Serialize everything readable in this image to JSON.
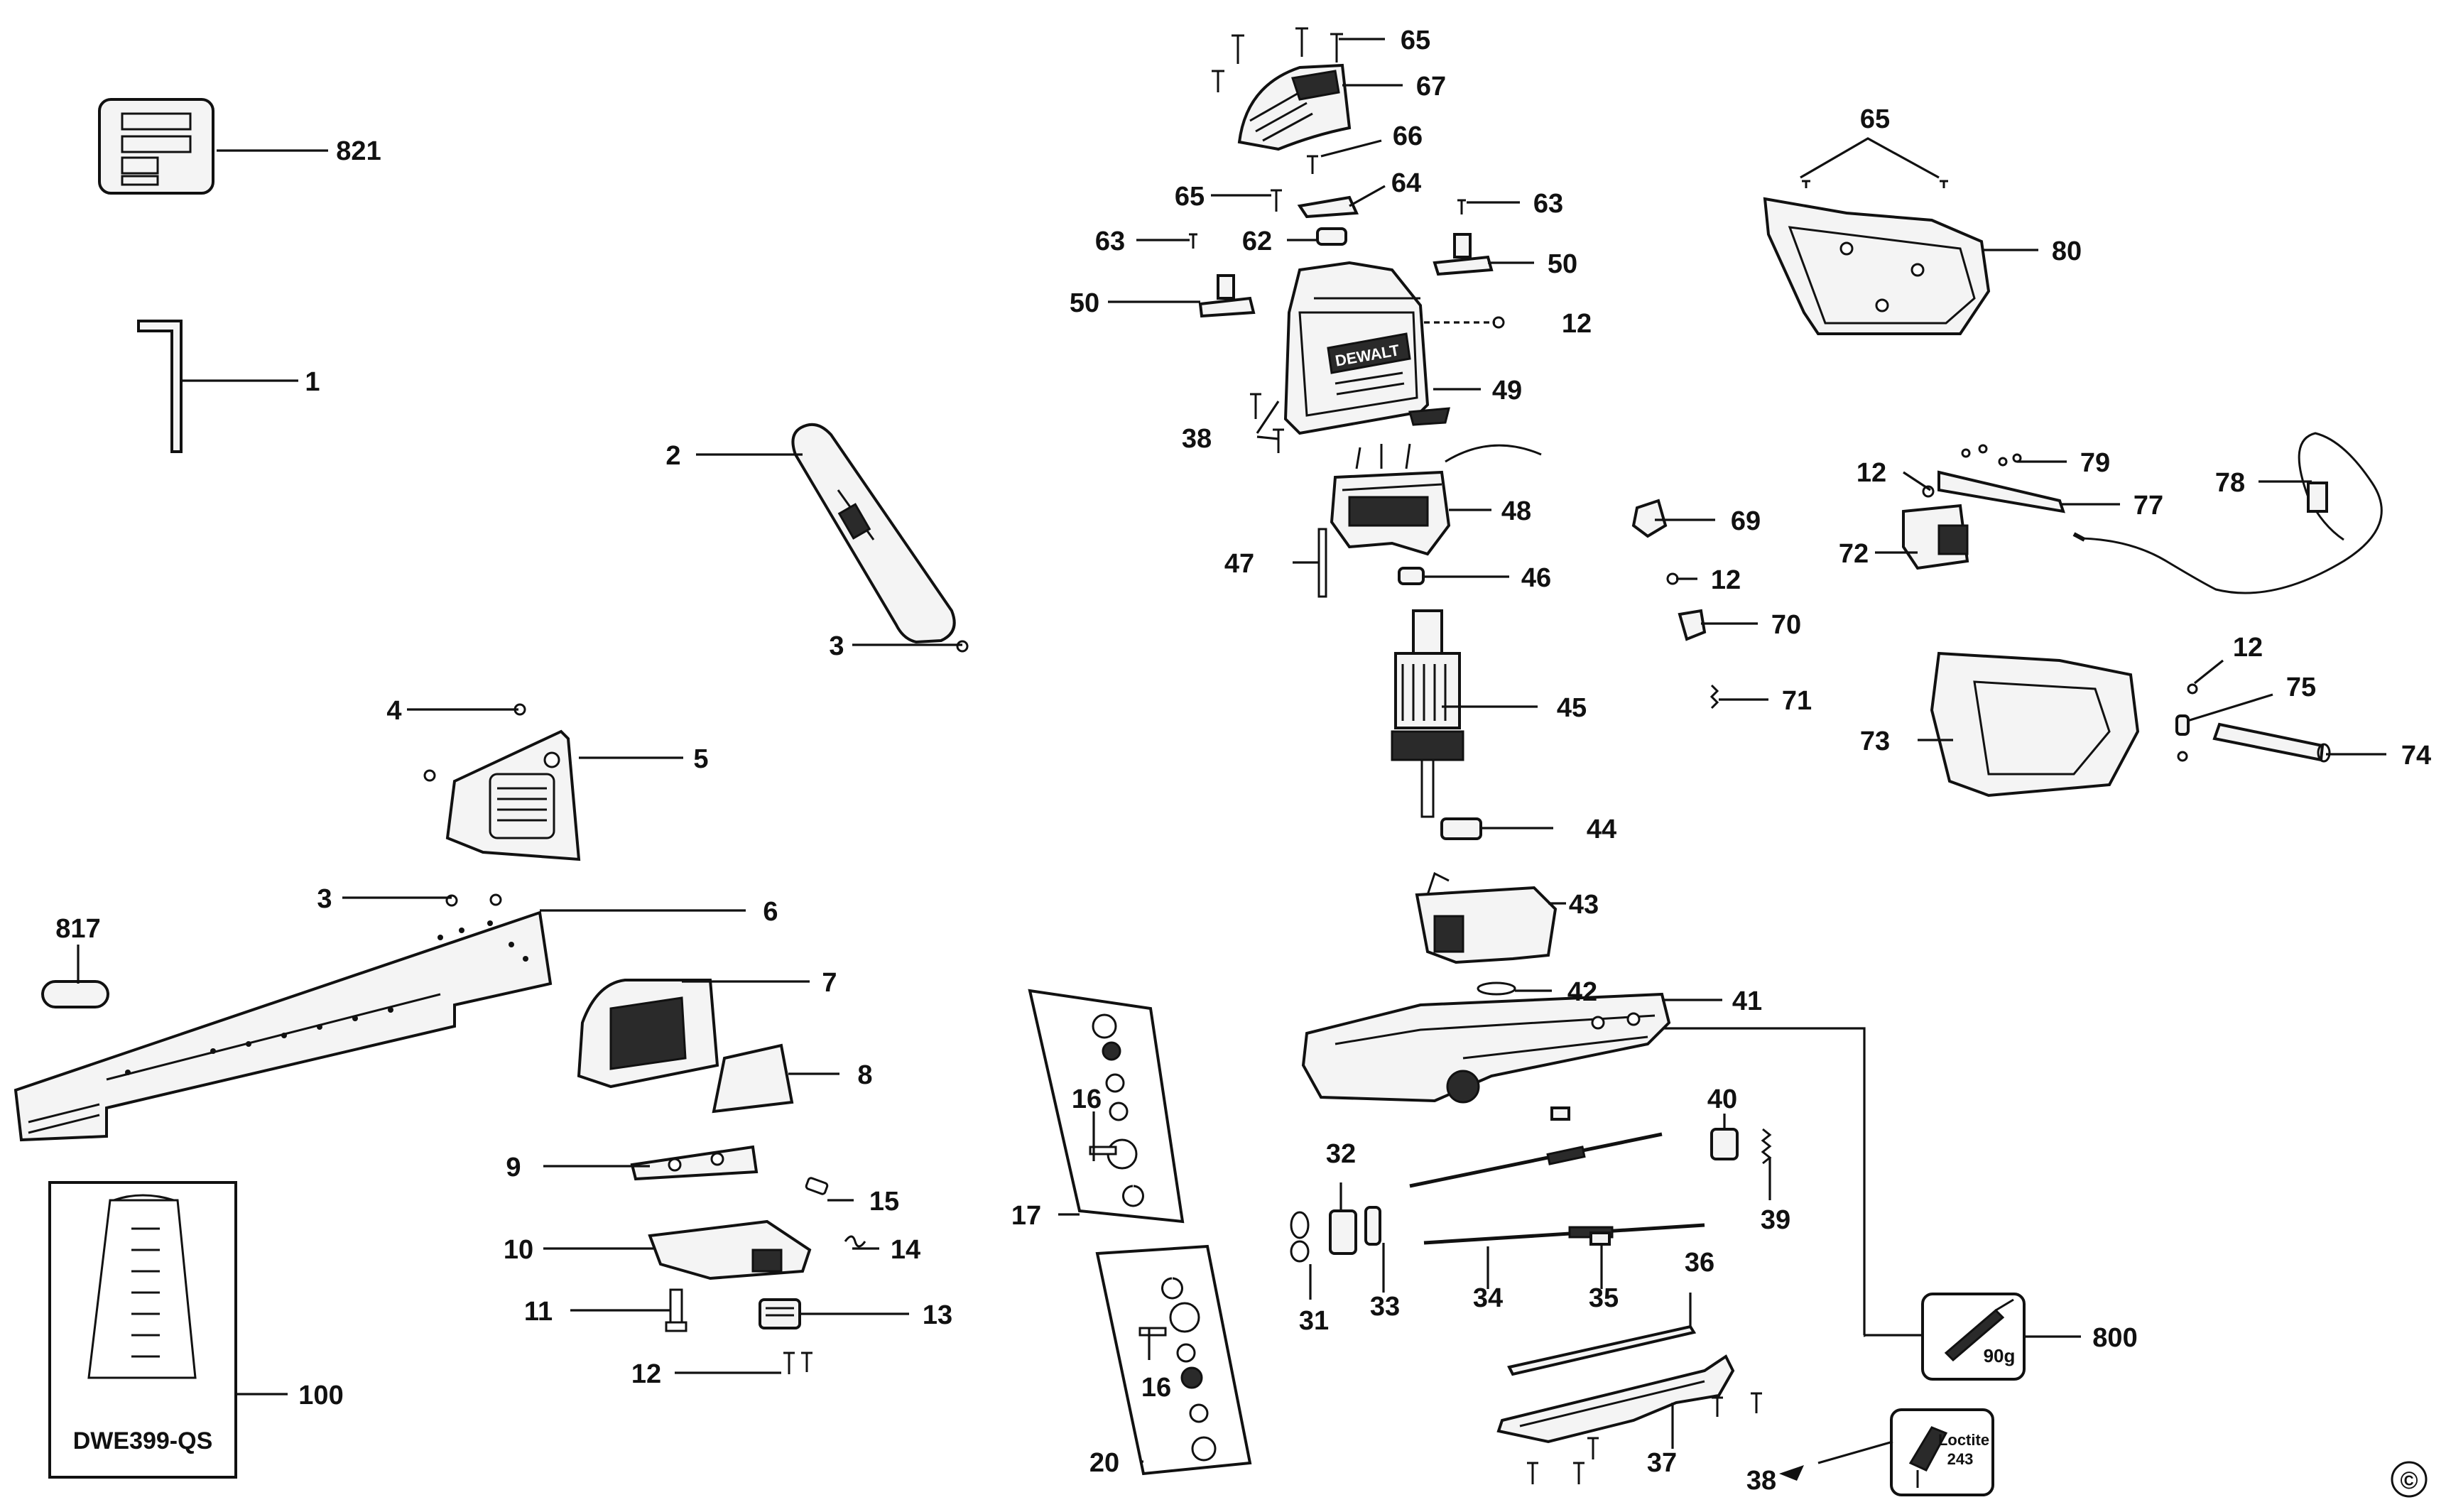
{
  "diagram": {
    "model_label": "DWE399-QS",
    "copyright_symbol": "©",
    "grease_label": "90g",
    "threadlock_label_line1": "Loctite",
    "threadlock_label_line2": "243",
    "brand_mark": "DEWALT",
    "callouts": [
      "821",
      "1",
      "2",
      "3",
      "3",
      "4",
      "5",
      "6",
      "817",
      "7",
      "8",
      "9",
      "10",
      "11",
      "12",
      "13",
      "14",
      "15",
      "100",
      "16",
      "17",
      "16",
      "20",
      "65",
      "67",
      "66",
      "65",
      "64",
      "63",
      "63",
      "62",
      "50",
      "50",
      "12",
      "49",
      "38",
      "48",
      "47",
      "46",
      "45",
      "44",
      "43",
      "42",
      "41",
      "40",
      "39",
      "32",
      "31",
      "33",
      "34",
      "35",
      "36",
      "37",
      "38",
      "800",
      "65",
      "80",
      "12",
      "79",
      "77",
      "78",
      "72",
      "69",
      "12",
      "70",
      "71",
      "12",
      "75",
      "73",
      "74"
    ]
  }
}
